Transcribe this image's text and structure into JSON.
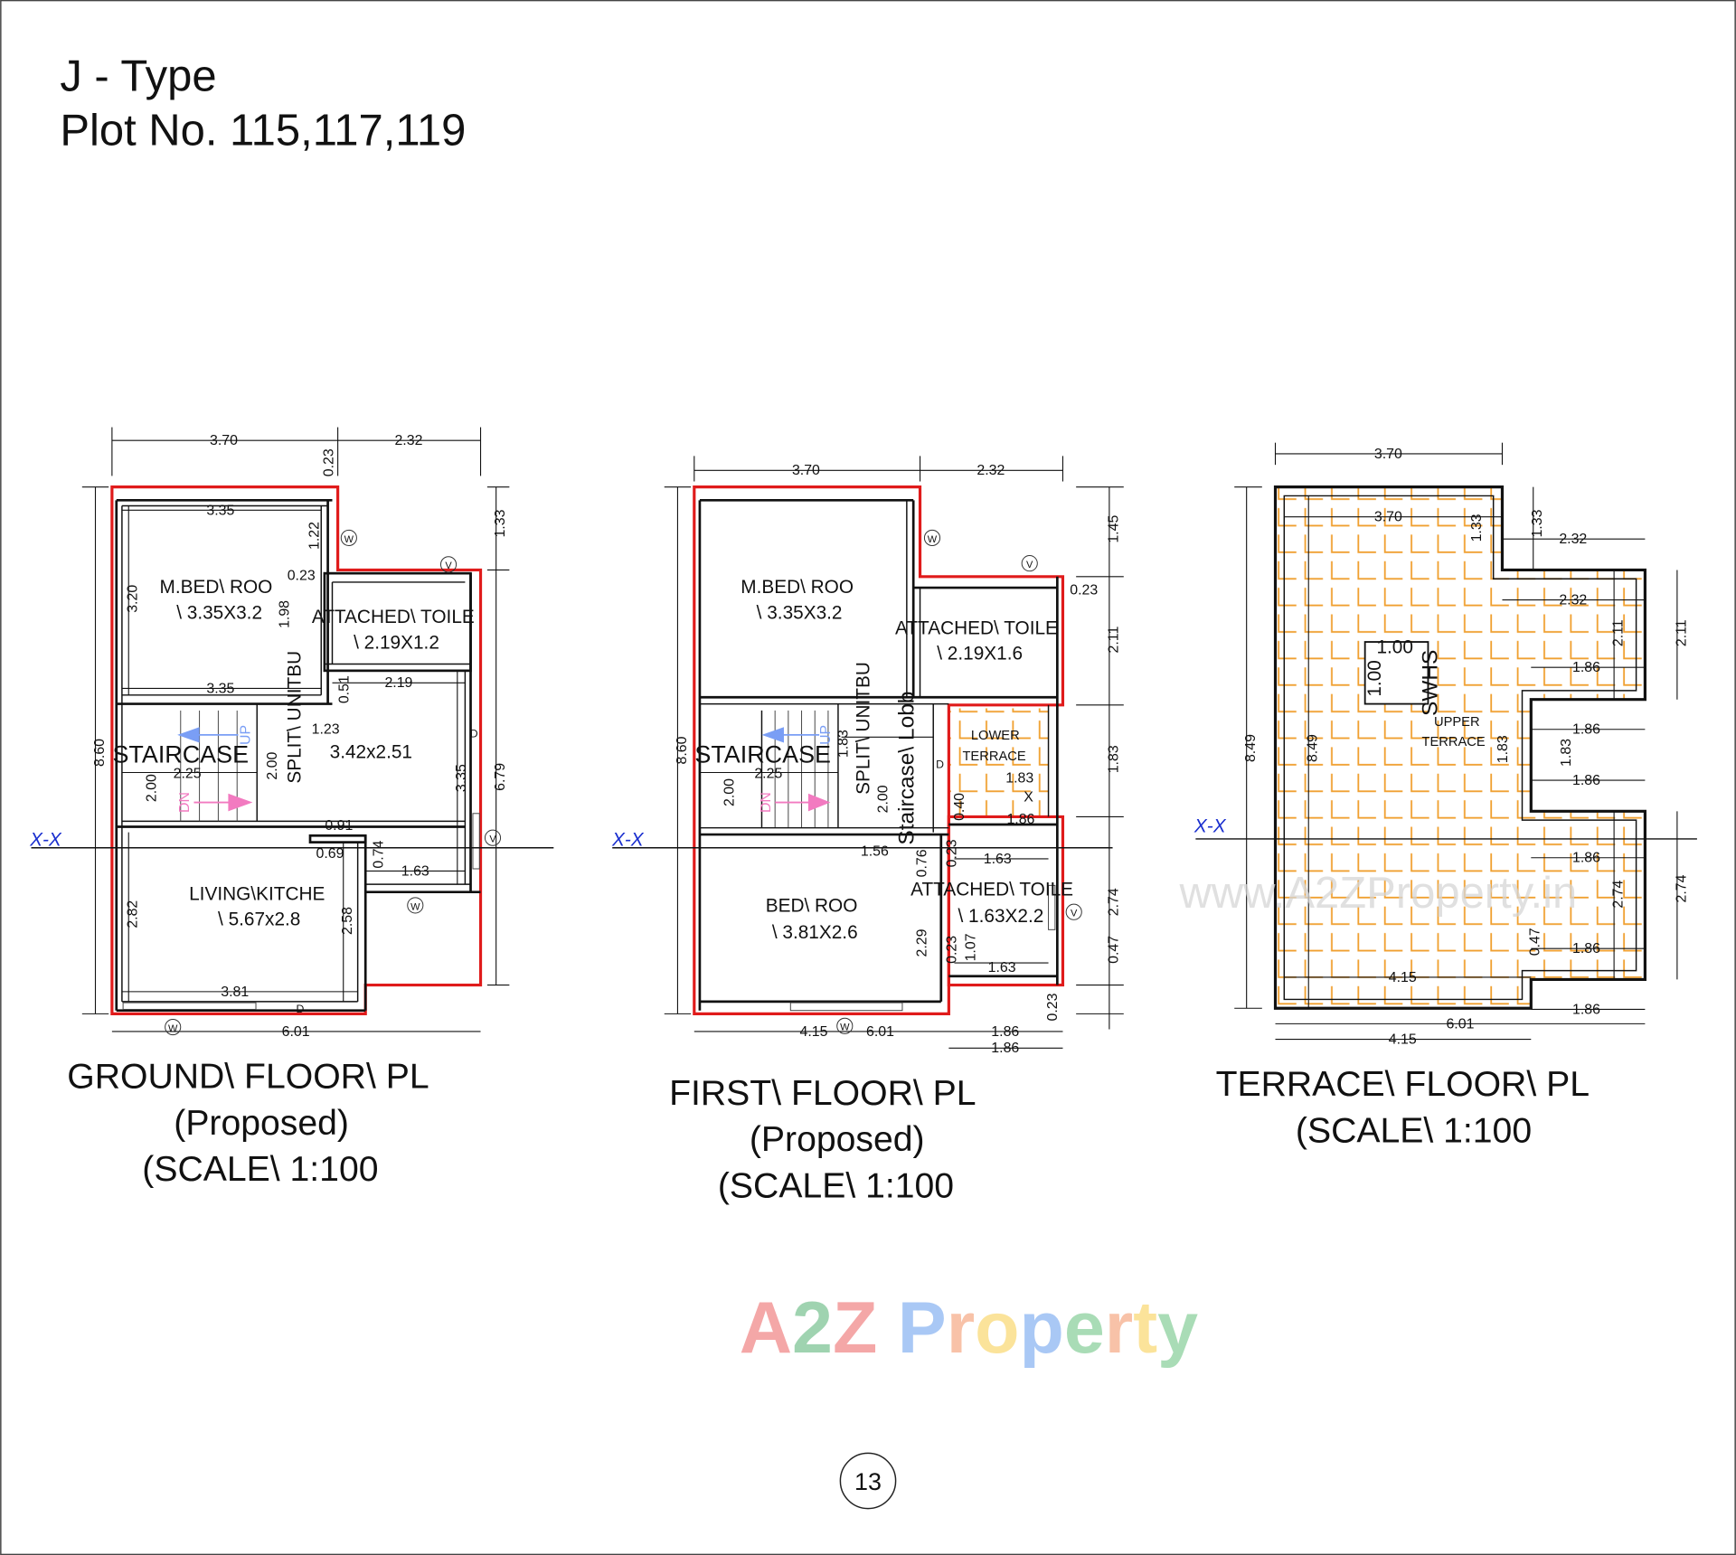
{
  "header": {
    "line1": "J - Type",
    "line2": "Plot No. 115,117,119"
  },
  "ground": {
    "title": "GROUND\\ FLOOR\\ PL",
    "subtitle": "(Proposed)",
    "scale": "(SCALE\\ 1:100",
    "rooms": {
      "mbed": "M.BED\\ ROO",
      "mbed_size": "\\ 3.35X3.2",
      "toilet": "ATTACHED\\ TOILE",
      "toilet_size": "\\ 2.19X1.2",
      "stair": "STAIRCASE",
      "split": "SPLIT\\ UNITBU",
      "hall_size": "3.42x2.51",
      "living": "LIVING\\KITCHE",
      "living_size": "\\ 5.67x2.8"
    },
    "dims": [
      "3.70",
      "2.32",
      "0.23",
      "8.60",
      "1.33",
      "6.79",
      "6.01",
      "3.35",
      "3.35",
      "3.20",
      "1.22",
      "0.23",
      "1.98",
      "2.19",
      "0.51",
      "1.23",
      "2.25",
      "2.00",
      "2.00",
      "3.35",
      "0.91",
      "0.69",
      "0.74",
      "1.63",
      "2.82",
      "2.58",
      "3.81"
    ],
    "marks": [
      "W",
      "V",
      "V",
      "W",
      "W",
      "D",
      "D",
      "UP",
      "DN"
    ]
  },
  "first": {
    "title": "FIRST\\ FLOOR\\ PL",
    "subtitle": "(Proposed)",
    "scale": "(SCALE\\ 1:100",
    "rooms": {
      "mbed": "M.BED\\ ROO",
      "mbed_size": "\\ 3.35X3.2",
      "toilet": "ATTACHED\\ TOILE",
      "toilet_size": "\\ 2.19X1.6",
      "stair": "STAIRCASE",
      "split": "SPLIT\\ UNITBU",
      "lobby": "Staircase\\ Lobb",
      "lower_terrace_1": "LOWER",
      "lower_terrace_2": "TERRACE",
      "bed": "BED\\ ROO",
      "bed_size": "\\ 3.81X2.6",
      "toilet2": "ATTACHED\\ TOILE",
      "toilet2_size": "\\ 1.63X2.2"
    },
    "dims": [
      "3.70",
      "2.32",
      "8.60",
      "1.45",
      "2.11",
      "1.83",
      "2.74",
      "0.47",
      "0.23",
      "0.23",
      "4.15",
      "6.01",
      "1.86",
      "1.86",
      "2.25",
      "2.00",
      "1.83",
      "1.56",
      "2.00",
      "1.83",
      "X",
      "1.86",
      "0.40",
      "1.63",
      "0.76",
      "0.23",
      "2.29",
      "1.07",
      "0.23",
      "1.63"
    ],
    "marks": [
      "W",
      "W",
      "V",
      "V",
      "D",
      "UP",
      "DN"
    ]
  },
  "terrace": {
    "title": "TERRACE\\ FLOOR\\ PL",
    "scale": "(SCALE\\ 1:100",
    "labels": {
      "swhs": "SWHS",
      "upper": "UPPER",
      "terrace": "TERRACE"
    },
    "dims": [
      "3.70",
      "3.70",
      "1.33",
      "1.33",
      "2.32",
      "2.32",
      "2.11",
      "2.11",
      "1.86",
      "1.00",
      "1.00",
      "1.83",
      "1.83",
      "1.86",
      "1.86",
      "1.86",
      "2.74",
      "2.74",
      "0.47",
      "1.86",
      "4.15",
      "1.86",
      "6.01",
      "4.15",
      "8.49",
      "8.49"
    ]
  },
  "section_label": "X-X",
  "watermark": "www.A2ZProperty.in",
  "logo": {
    "text": "A2Z Property",
    "colors": [
      "#f4a7a7",
      "#9fd3b0",
      "#f4a7a7",
      "#ffffff",
      "#a9c8f5",
      "#f8c2a8",
      "#fbe39a",
      "#a9c8f5",
      "#a9dcb6",
      "#f8c2a8",
      "#fbe39a",
      "#a9dcb6"
    ]
  },
  "page_number": "13",
  "colors": {
    "outline": "#e01b1b",
    "hatch": "#f0a030",
    "section": "#1a2fcf",
    "up_arrow": "#7a9ef5",
    "dn_arrow": "#f27ac0"
  }
}
